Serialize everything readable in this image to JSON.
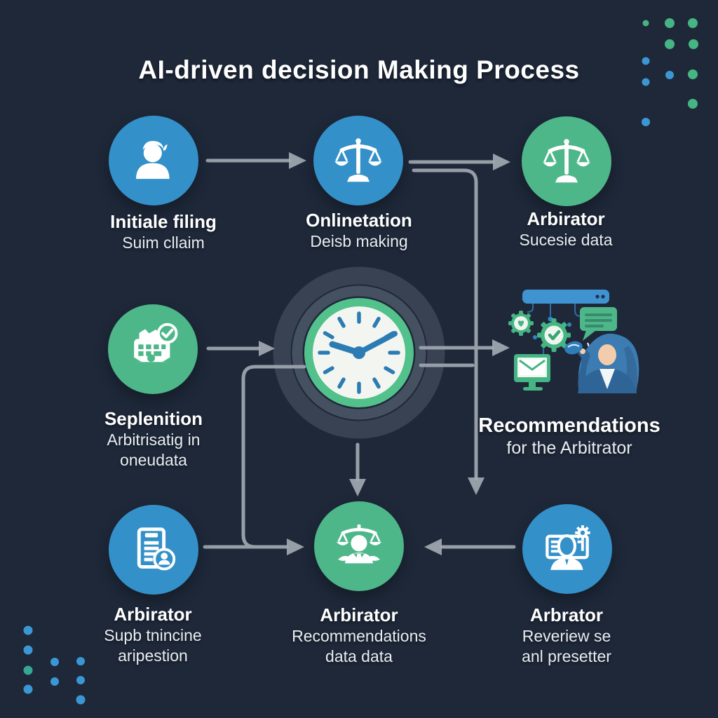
{
  "title": "AI-driven decision Making Process",
  "palette": {
    "background": "#1e2839",
    "circle_blue": "#3390c9",
    "circle_green": "#4db78a",
    "arrow_gray": "#a3abb5",
    "clock_ring_green": "#53c18c",
    "clock_face": "#f3f6f0",
    "clock_hands_blue": "#2b7cb4",
    "dot_green": "#45b583",
    "dot_blue": "#3b97d3",
    "dot_teal": "#35a794",
    "text_white": "#ffffff"
  },
  "nodes": {
    "initial_filing": {
      "title": "Initiale filing",
      "subtitle": "Suim cllaim",
      "icon": "person-icon",
      "color": "blue"
    },
    "onlinetation": {
      "title": "Onlinetation",
      "subtitle": "Deisb making",
      "icon": "scales-icon",
      "color": "blue"
    },
    "arbirator_top_right": {
      "title": "Arbirator",
      "subtitle": "Sucesie data",
      "icon": "scales-icon",
      "color": "green"
    },
    "seplenition": {
      "title": "Seplenition",
      "subtitle": "Arbitrisatig in",
      "subtitle2": "oneudata",
      "icon": "calendar-check-icon",
      "color": "green"
    },
    "recommendations": {
      "title": "Recommendations",
      "subtitle": "for the Arbitrator",
      "icon": "advisor-illustration"
    },
    "arbirator_bottom_left": {
      "title": "Arbirator",
      "subtitle": "Supb tnincine",
      "subtitle2": "aripestion",
      "icon": "document-user-icon",
      "color": "blue"
    },
    "arbirator_bottom_center": {
      "title": "Arbirator",
      "subtitle": "Recommendations",
      "subtitle2": "data data",
      "icon": "person-scales-icon",
      "color": "green"
    },
    "arbirator_bottom_right": {
      "title": "Arbrator",
      "subtitle": "Reveriew se",
      "subtitle2": "anl presetter",
      "icon": "person-gear-icon",
      "color": "blue"
    }
  }
}
